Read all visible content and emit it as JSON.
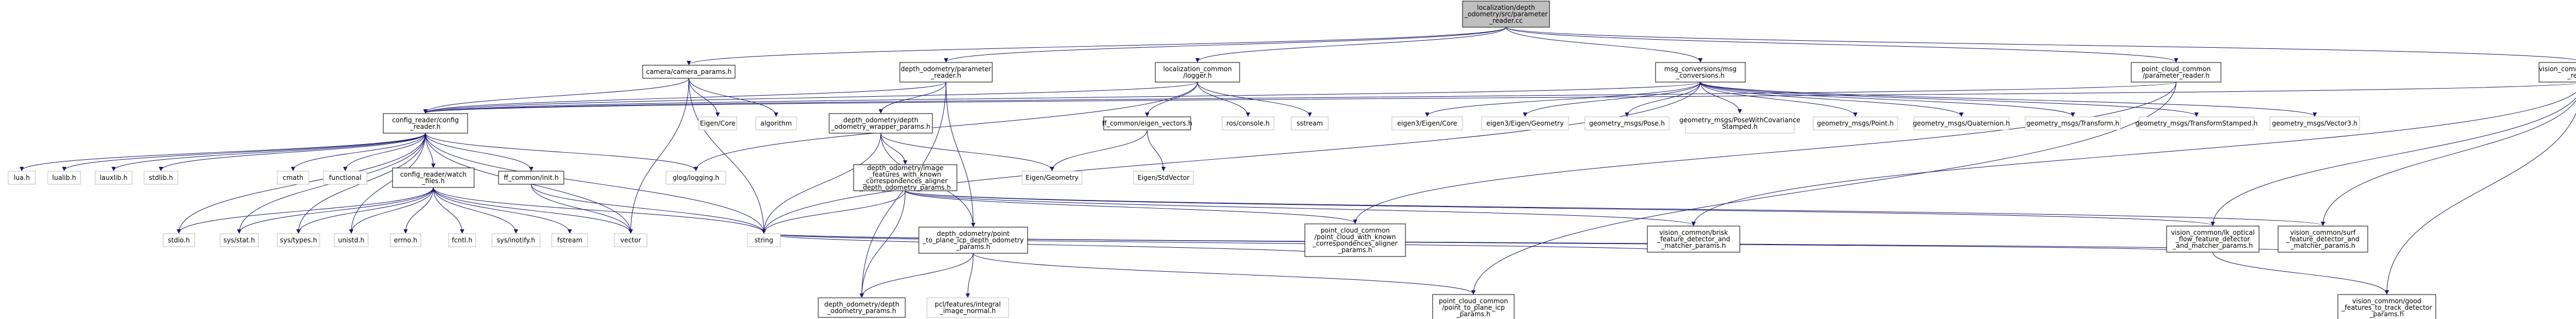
{
  "diagram": {
    "type": "include-dependency-graph",
    "colors": {
      "root_fill": "#bfbfbf",
      "node_border": "#000000",
      "external_border": "#bfbfbf",
      "edge": "#191970",
      "background": "#ffffff"
    },
    "nodes": [
      {
        "id": "root",
        "kind": "root",
        "lines": [
          "localization/depth",
          "_odometry/src/parameter",
          "_reader.cc"
        ]
      },
      {
        "id": "camera_params",
        "kind": "int",
        "lines": [
          "camera/camera_params.h"
        ]
      },
      {
        "id": "depth_param_reader",
        "kind": "int",
        "lines": [
          "depth_odometry/parameter",
          "_reader.h"
        ]
      },
      {
        "id": "loc_logger",
        "kind": "int",
        "lines": [
          "localization_common",
          "/logger.h"
        ]
      },
      {
        "id": "msg_conv",
        "kind": "int",
        "lines": [
          "msg_conversions/msg",
          "_conversions.h"
        ]
      },
      {
        "id": "pcc_param_reader",
        "kind": "int",
        "lines": [
          "point_cloud_common",
          "/parameter_reader.h"
        ]
      },
      {
        "id": "vc_param_reader",
        "kind": "int",
        "lines": [
          "vision_common/parameter",
          "_reader.h"
        ]
      },
      {
        "id": "config_reader",
        "kind": "int",
        "lines": [
          "config_reader/config",
          "_reader.h"
        ]
      },
      {
        "id": "eigen_core_a",
        "kind": "ext",
        "lines": [
          "Eigen/Core"
        ]
      },
      {
        "id": "algorithm",
        "kind": "ext",
        "lines": [
          "algorithm"
        ]
      },
      {
        "id": "depth_wrapper_params",
        "kind": "int",
        "lines": [
          "depth_odometry/depth",
          "_odometry_wrapper_params.h"
        ]
      },
      {
        "id": "ff_eigen_vectors",
        "kind": "int",
        "lines": [
          "ff_common/eigen_vectors.h"
        ]
      },
      {
        "id": "ros_console",
        "kind": "ext",
        "lines": [
          "ros/console.h"
        ]
      },
      {
        "id": "sstream",
        "kind": "ext",
        "lines": [
          "sstream"
        ]
      },
      {
        "id": "eigen_core_b",
        "kind": "ext",
        "lines": [
          "eigen3/Eigen/Core"
        ]
      },
      {
        "id": "eigen_geometry_b",
        "kind": "ext",
        "lines": [
          "eigen3/Eigen/Geometry"
        ]
      },
      {
        "id": "gm_pose",
        "kind": "ext",
        "lines": [
          "geometry_msgs/Pose.h"
        ]
      },
      {
        "id": "gm_pose_cov",
        "kind": "ext",
        "lines": [
          "geometry_msgs/PoseWithCovariance",
          "Stamped.h"
        ]
      },
      {
        "id": "gm_point",
        "kind": "ext",
        "lines": [
          "geometry_msgs/Point.h"
        ]
      },
      {
        "id": "gm_quat",
        "kind": "ext",
        "lines": [
          "geometry_msgs/Quaternion.h"
        ]
      },
      {
        "id": "gm_transform",
        "kind": "ext",
        "lines": [
          "geometry_msgs/Transform.h"
        ]
      },
      {
        "id": "gm_tf_stamped",
        "kind": "ext",
        "lines": [
          "geometry_msgs/TransformStamped.h"
        ]
      },
      {
        "id": "gm_vector3",
        "kind": "ext",
        "lines": [
          "geometry_msgs/Vector3.h"
        ]
      },
      {
        "id": "lua",
        "kind": "ext",
        "lines": [
          "lua.h"
        ]
      },
      {
        "id": "lualib",
        "kind": "ext",
        "lines": [
          "lualib.h"
        ]
      },
      {
        "id": "lauxlib",
        "kind": "ext",
        "lines": [
          "lauxlib.h"
        ]
      },
      {
        "id": "stdlib",
        "kind": "ext",
        "lines": [
          "stdlib.h"
        ]
      },
      {
        "id": "cmath",
        "kind": "ext",
        "lines": [
          "cmath"
        ]
      },
      {
        "id": "functional",
        "kind": "ext",
        "lines": [
          "functional"
        ]
      },
      {
        "id": "watch_files",
        "kind": "int",
        "lines": [
          "config_reader/watch",
          "_files.h"
        ]
      },
      {
        "id": "ff_init",
        "kind": "int",
        "lines": [
          "ff_common/init.h"
        ]
      },
      {
        "id": "glog",
        "kind": "ext",
        "lines": [
          "glog/logging.h"
        ]
      },
      {
        "id": "image_features",
        "kind": "int",
        "lines": [
          "depth_odometry/image",
          "_features_with_known",
          "_correspondences_aligner",
          "_depth_odometry_params.h"
        ]
      },
      {
        "id": "eigen_geometry_a",
        "kind": "ext",
        "lines": [
          "Eigen/Geometry"
        ]
      },
      {
        "id": "eigen_stdvector",
        "kind": "ext",
        "lines": [
          "Eigen/StdVector"
        ]
      },
      {
        "id": "stdio",
        "kind": "ext",
        "lines": [
          "stdio.h"
        ]
      },
      {
        "id": "sys_stat",
        "kind": "ext",
        "lines": [
          "sys/stat.h"
        ]
      },
      {
        "id": "sys_types",
        "kind": "ext",
        "lines": [
          "sys/types.h"
        ]
      },
      {
        "id": "unistd",
        "kind": "ext",
        "lines": [
          "unistd.h"
        ]
      },
      {
        "id": "errno",
        "kind": "ext",
        "lines": [
          "errno.h"
        ]
      },
      {
        "id": "fcntl",
        "kind": "ext",
        "lines": [
          "fcntl.h"
        ]
      },
      {
        "id": "sys_inotify",
        "kind": "ext",
        "lines": [
          "sys/inotify.h"
        ]
      },
      {
        "id": "fstream",
        "kind": "ext",
        "lines": [
          "fstream"
        ]
      },
      {
        "id": "vector",
        "kind": "ext",
        "lines": [
          "vector"
        ]
      },
      {
        "id": "string",
        "kind": "ext",
        "lines": [
          "string"
        ]
      },
      {
        "id": "point_to_plane_icp_depth",
        "kind": "int",
        "lines": [
          "depth_odometry/point",
          "_to_plane_icp_depth_odometry",
          "_params.h"
        ]
      },
      {
        "id": "pcc_known_corr",
        "kind": "int",
        "lines": [
          "point_cloud_common",
          "/point_cloud_with_known",
          "_correspondences_aligner",
          "_params.h"
        ]
      },
      {
        "id": "vc_brisk",
        "kind": "int",
        "lines": [
          "vision_common/brisk",
          "_feature_detector_and",
          "_matcher_params.h"
        ]
      },
      {
        "id": "vc_lk_optical",
        "kind": "int",
        "lines": [
          "vision_common/lk_optical",
          "_flow_feature_detector",
          "_and_matcher_params.h"
        ]
      },
      {
        "id": "vc_surf",
        "kind": "int",
        "lines": [
          "vision_common/surf",
          "_feature_detector_and",
          "_matcher_params.h"
        ]
      },
      {
        "id": "depth_odometry_params",
        "kind": "int",
        "lines": [
          "depth_odometry/depth",
          "_odometry_params.h"
        ]
      },
      {
        "id": "pcl_integral",
        "kind": "ext",
        "lines": [
          "pcl/features/integral",
          "_image_normal.h"
        ]
      },
      {
        "id": "pcc_point_to_plane",
        "kind": "int",
        "lines": [
          "point_cloud_common",
          "/point_to_plane_icp",
          "_params.h"
        ]
      },
      {
        "id": "vc_good_features",
        "kind": "int",
        "lines": [
          "vision_common/good",
          "_features_to_track_detector",
          "_params.h"
        ]
      }
    ]
  }
}
